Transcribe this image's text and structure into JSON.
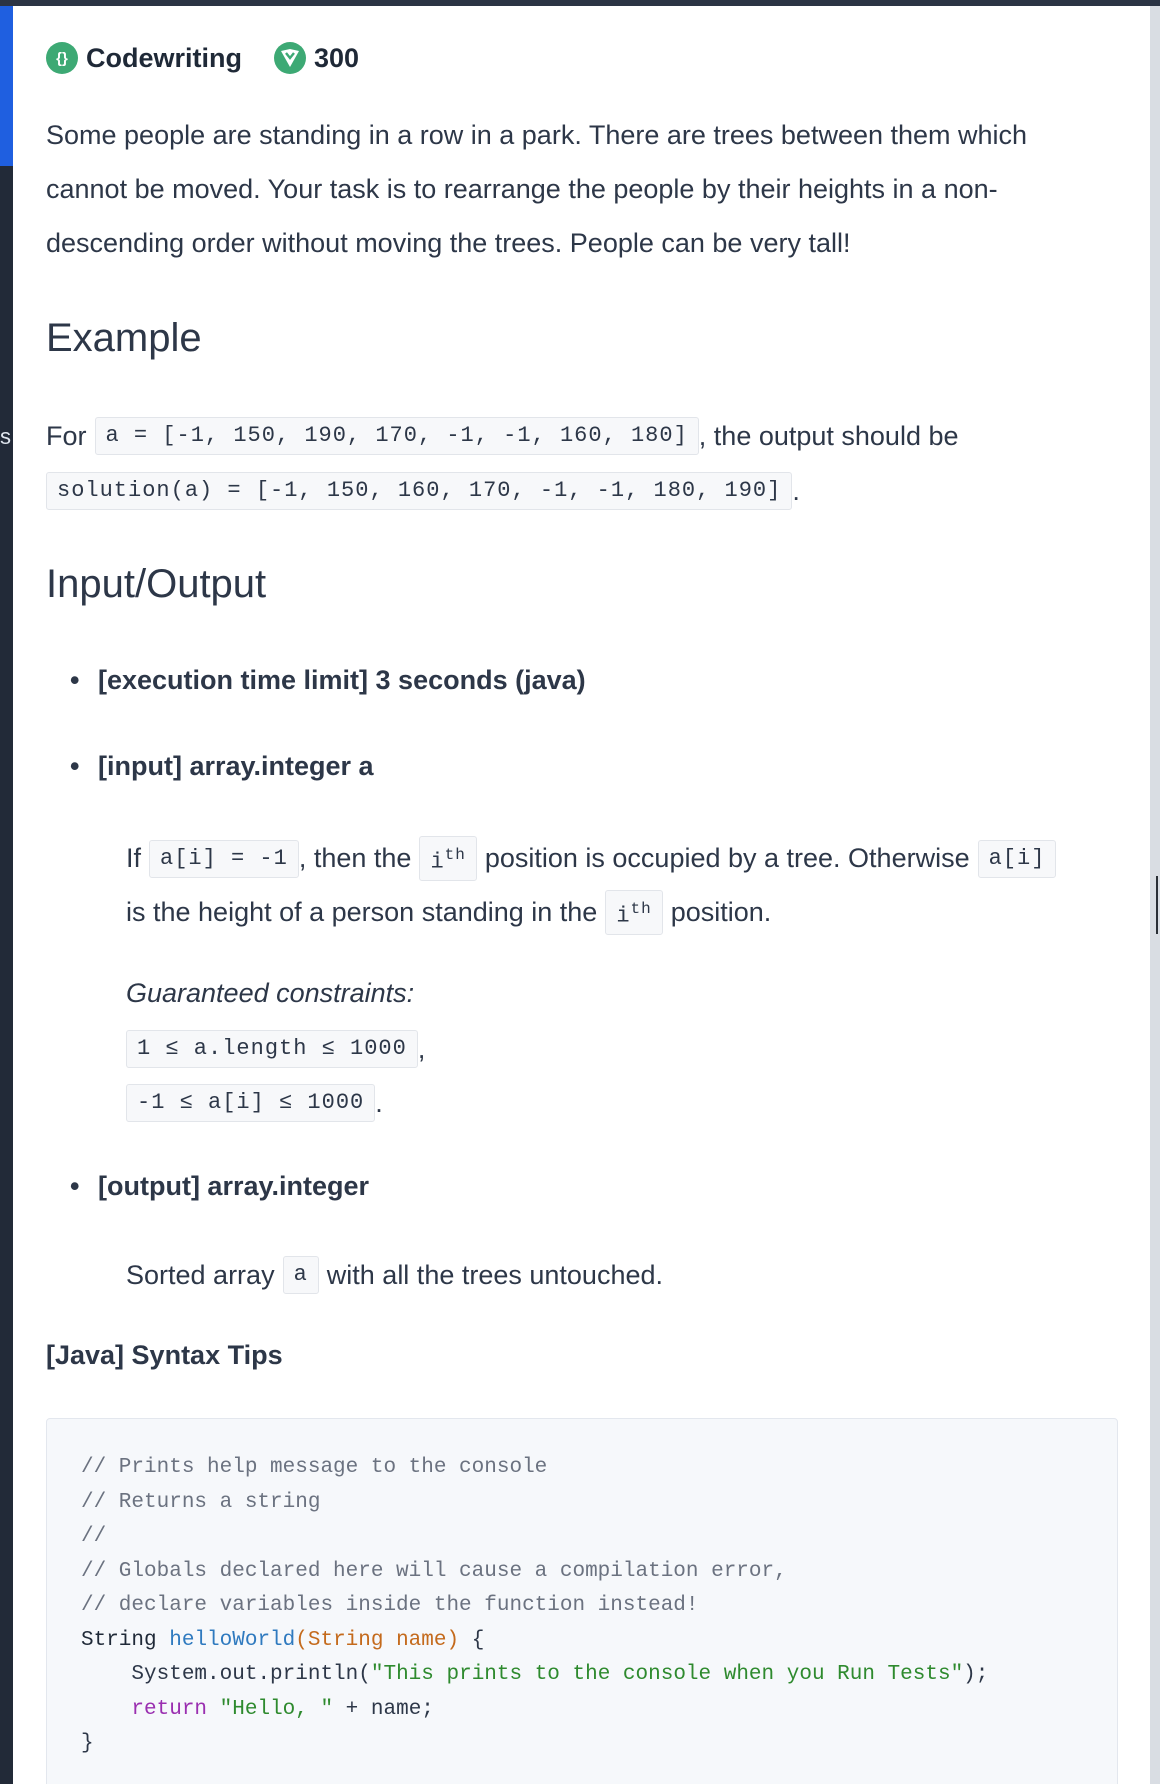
{
  "header": {
    "category": "Codewriting",
    "points": "300"
  },
  "description": "Some people are standing in a row in a park. There are trees between them which cannot be moved. Your task is to rearrange the people by their heights in a non-descending order without moving the trees. People can be very tall!",
  "example": {
    "heading": "Example",
    "for_label": "For",
    "input_code": "a = [-1, 150, 190, 170, -1, -1, 160, 180]",
    "output_text": ", the output should be",
    "output_code": "solution(a) = [-1, 150, 160, 170, -1, -1, 180, 190]",
    "period": "."
  },
  "io": {
    "heading": "Input/Output",
    "time_limit": "[execution time limit] 3 seconds (java)",
    "input_title": "[input] array.integer a",
    "input_desc": {
      "if": "If",
      "code1": "a[i] = -1",
      "then": ", then the",
      "ith_base": "i",
      "ith_sup": "th",
      "mid": "position is occupied by a tree. Otherwise",
      "code2": "a[i]",
      "line2": "is the height of a person standing in the",
      "end": "position."
    },
    "constraints_label": "Guaranteed constraints:",
    "constraint1": "1 ≤ a.length ≤ 1000",
    "constraint1_end": ",",
    "constraint2": "-1 ≤ a[i] ≤ 1000",
    "constraint2_end": ".",
    "output_title": "[output] array.integer",
    "output_desc": {
      "prefix": "Sorted array",
      "code": "a",
      "suffix": "with all the trees untouched."
    }
  },
  "tips": {
    "title": "[Java] Syntax Tips",
    "comment1": "// Prints help message to the console",
    "comment2": "// Returns a string",
    "comment3": "//",
    "comment4": "// Globals declared here will cause a compilation error,",
    "comment5": "// declare variables inside the function instead!",
    "sig_type": "String",
    "sig_fn": "helloWorld",
    "sig_params": "(String name)",
    "sig_brace": " {",
    "print_call": "System.out.println(",
    "print_str": "\"This prints to the console when you Run Tests\"",
    "print_end": ");",
    "ret_kw": "return",
    "ret_str": "\"Hello, \"",
    "ret_rest": " + name;",
    "close": "}"
  }
}
